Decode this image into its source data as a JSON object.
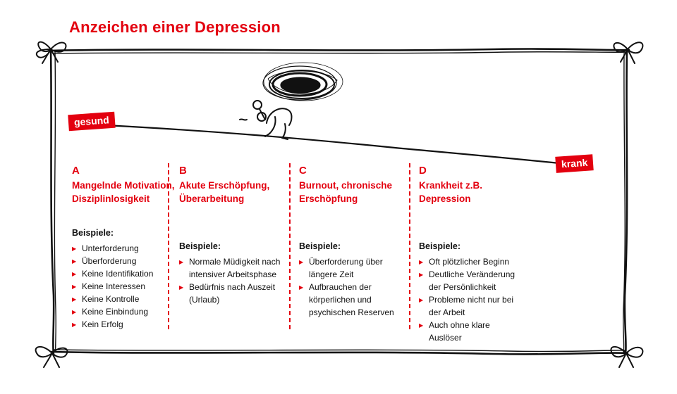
{
  "title": "Anzeichen einer Depression",
  "scale": {
    "start_label": "gesund",
    "end_label": "krank"
  },
  "accent_color": "#e3000f",
  "columns": [
    {
      "letter": "A",
      "heading": "Mangelnde Motivation, Disziplinlosigkeit",
      "examples_label": "Beispiele:",
      "items": [
        "Unterforderung",
        "Überforderung",
        "Keine Identifikation",
        "Keine Interessen",
        "Keine Kontrolle",
        "Keine Einbindung",
        "Kein Erfolg"
      ]
    },
    {
      "letter": "B",
      "heading": "Akute Erschöpfung, Überarbeitung",
      "examples_label": "Beispiele:",
      "items": [
        "Normale Müdigkeit nach intensiver Arbeitsphase",
        "Bedürfnis nach Auszeit (Urlaub)"
      ]
    },
    {
      "letter": "C",
      "heading": "Burnout, chronische Erschöpfung",
      "examples_label": "Beispiele:",
      "items": [
        "Überforderung über längere Zeit",
        "Aufbrauchen der körperlichen und psychischen Reserven"
      ]
    },
    {
      "letter": "D",
      "heading": "Krankheit z.B. Depression",
      "examples_label": "Beispiele:",
      "items": [
        "Oft plötzlicher Beginn",
        "Deutliche Veränderung der Persönlichkeit",
        "Probleme nicht nur bei der Arbeit",
        "Auch ohne klare Auslöser"
      ]
    }
  ]
}
